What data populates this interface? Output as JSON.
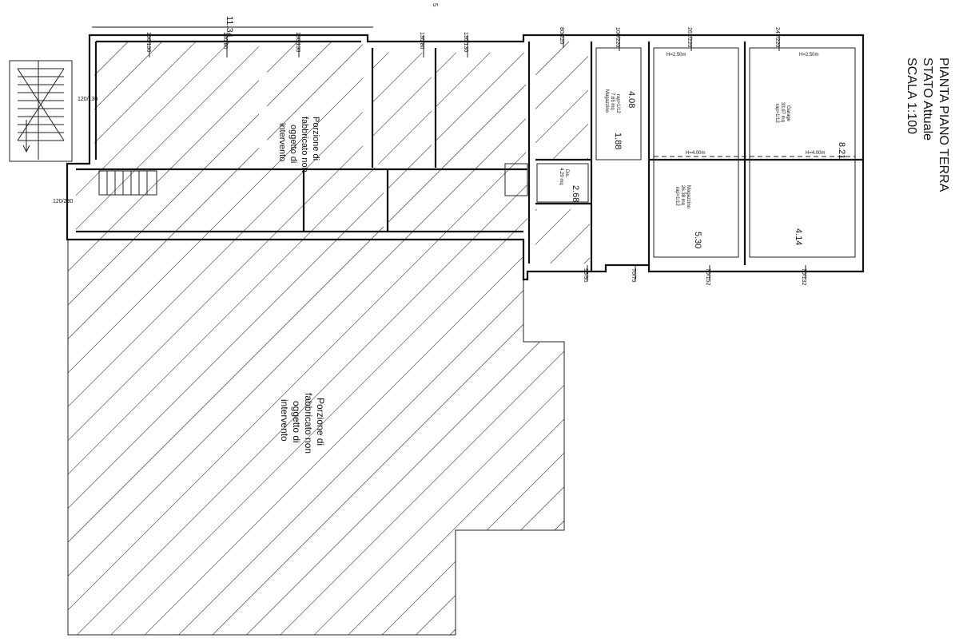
{
  "drawing": {
    "title_lines": [
      "PIANTA PIANO TERRA",
      "STATO Attuale",
      "SCALA 1:100"
    ],
    "top_dimension": "11.34",
    "top_mark": "5",
    "portion_note_lines": [
      "Porzione di",
      "fabbricato non",
      "oggetto di",
      "intervento"
    ]
  },
  "rooms": [
    {
      "name": "Magazzino",
      "area": "7.65 mq",
      "ratio": "rap>1/12",
      "height": "",
      "dim_long": "4.08",
      "dim_short": "1.88"
    },
    {
      "name": "Magazzino",
      "area": "26.38 mq",
      "ratio": "rap>1/12",
      "height": "H=4.00m",
      "height_top": "H=2.50m",
      "dim_long": "",
      "dim_short": "5.30"
    },
    {
      "name": "Garage",
      "area": "33.97 mq",
      "ratio": "rap>1/12",
      "height": "H=4.00m",
      "height_top": "H=2.50m",
      "dim_long": "8.21",
      "dim_short": "4.14"
    },
    {
      "name": "Dis.",
      "area": "4.29 mq",
      "ratio": "",
      "height": "",
      "dim_long": "",
      "dim_short": "2.68"
    }
  ],
  "openings_top": [
    "130/130",
    "130/80",
    "130/130",
    "130/80",
    "130/130",
    "80/220",
    "100/220",
    "261/220",
    "247/220"
  ],
  "openings_bottom": [
    "95/95",
    "70/79",
    "70/152",
    "70/132"
  ],
  "openings_left": [
    "120/130",
    "120/230"
  ]
}
